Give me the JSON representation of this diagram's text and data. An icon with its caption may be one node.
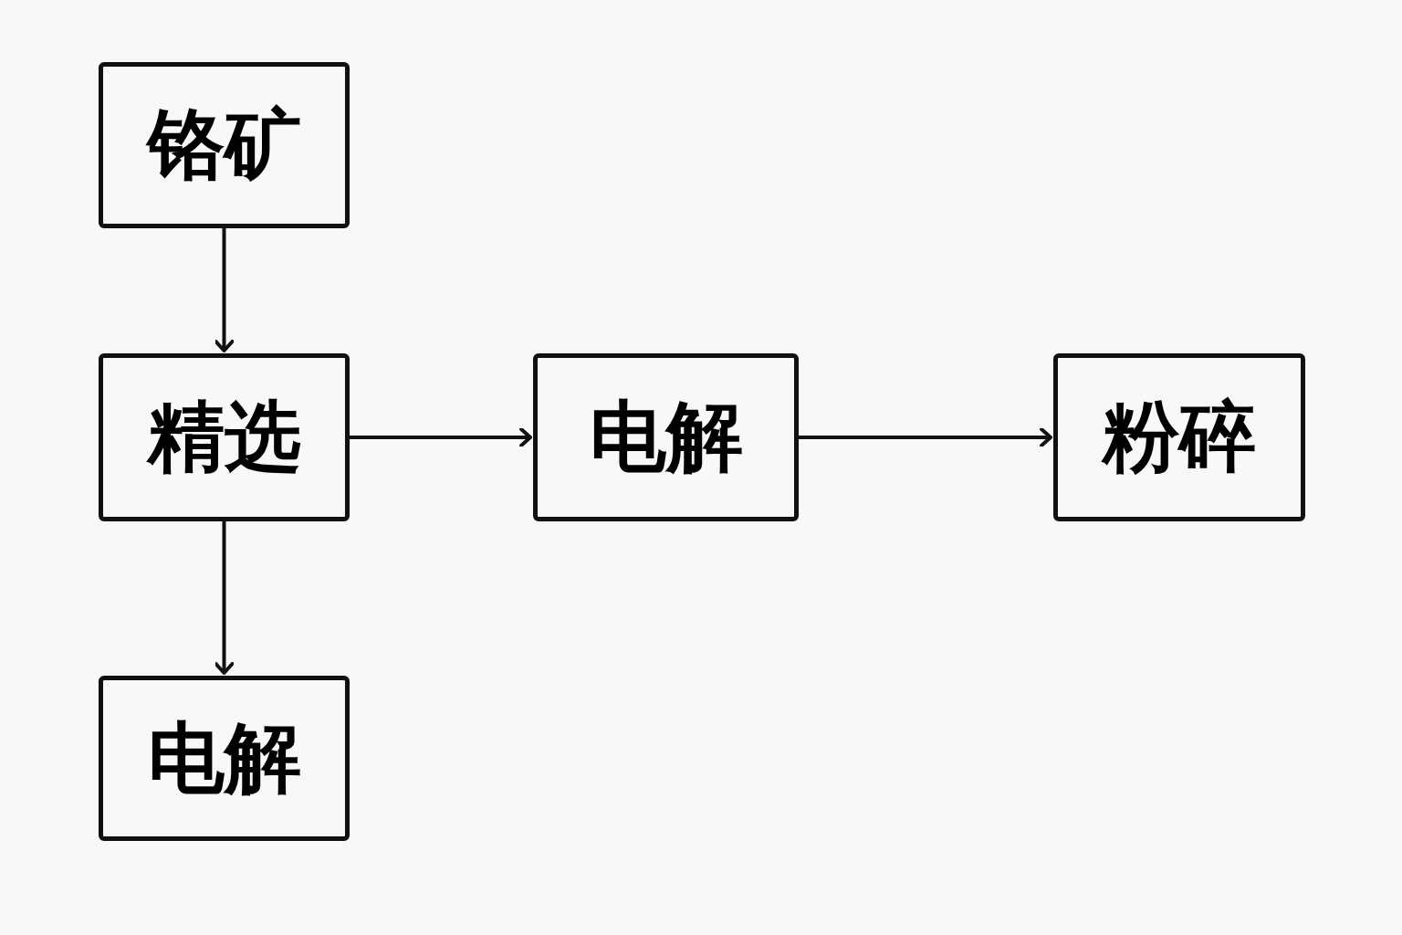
{
  "diagram": {
    "nodes": [
      {
        "text": [
          "铬矿"
        ]
      },
      {
        "text": [
          "精选"
        ]
      },
      {
        "text": [
          "电解"
        ]
      },
      {
        "text": [
          "粉碎"
        ]
      },
      {
        "text": [
          "电解"
        ]
      }
    ],
    "edges": [
      {
        "from": 0,
        "to": 1,
        "arrow": "to"
      },
      {
        "from": 1,
        "to": 2,
        "arrow": "to"
      },
      {
        "from": 2,
        "to": 3,
        "arrow": "to"
      },
      {
        "from": 1,
        "to": 4,
        "arrow": "to"
      }
    ]
  }
}
